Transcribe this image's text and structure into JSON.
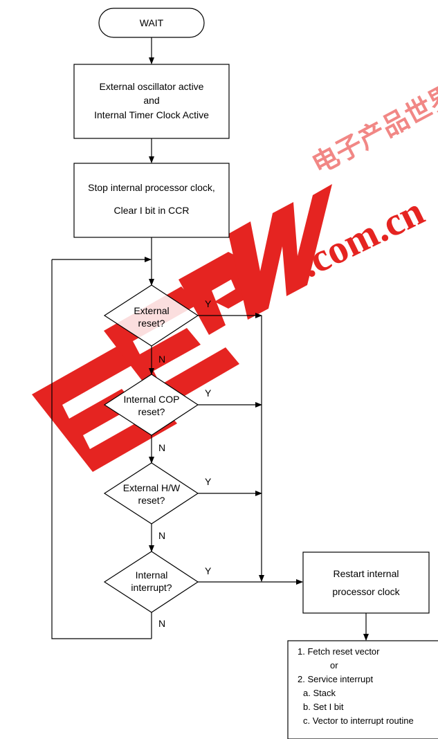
{
  "terminal": {
    "label": "WAIT"
  },
  "boxes": {
    "oscillator": {
      "line1": "External oscillator active",
      "line2": "and",
      "line3": "Internal Timer Clock Active"
    },
    "stop_clock": {
      "line1": "Stop internal processor clock,",
      "line2": "Clear I bit in CCR"
    },
    "restart": {
      "line1": "Restart internal",
      "line2": "processor clock"
    }
  },
  "decisions": [
    {
      "line1": "External",
      "line2": "reset?",
      "yes": "Y",
      "no": "N"
    },
    {
      "line1": "Internal COP",
      "line2": "reset?",
      "yes": "Y",
      "no": "N"
    },
    {
      "line1": "External H/W",
      "line2": "reset?",
      "yes": "Y",
      "no": "N"
    },
    {
      "line1": "Internal",
      "line2": "interrupt?",
      "yes": "Y",
      "no": "N"
    }
  ],
  "actions": {
    "lines": [
      "1. Fetch reset vector",
      "or",
      "2. Service interrupt",
      "a. Stack",
      "b. Set I bit",
      "c. Vector to interrupt routine"
    ]
  },
  "watermark": {
    "logo": "EEPW",
    "chinese": "电子产品世界",
    "domain": ".com.cn",
    "color": "#e52421"
  }
}
